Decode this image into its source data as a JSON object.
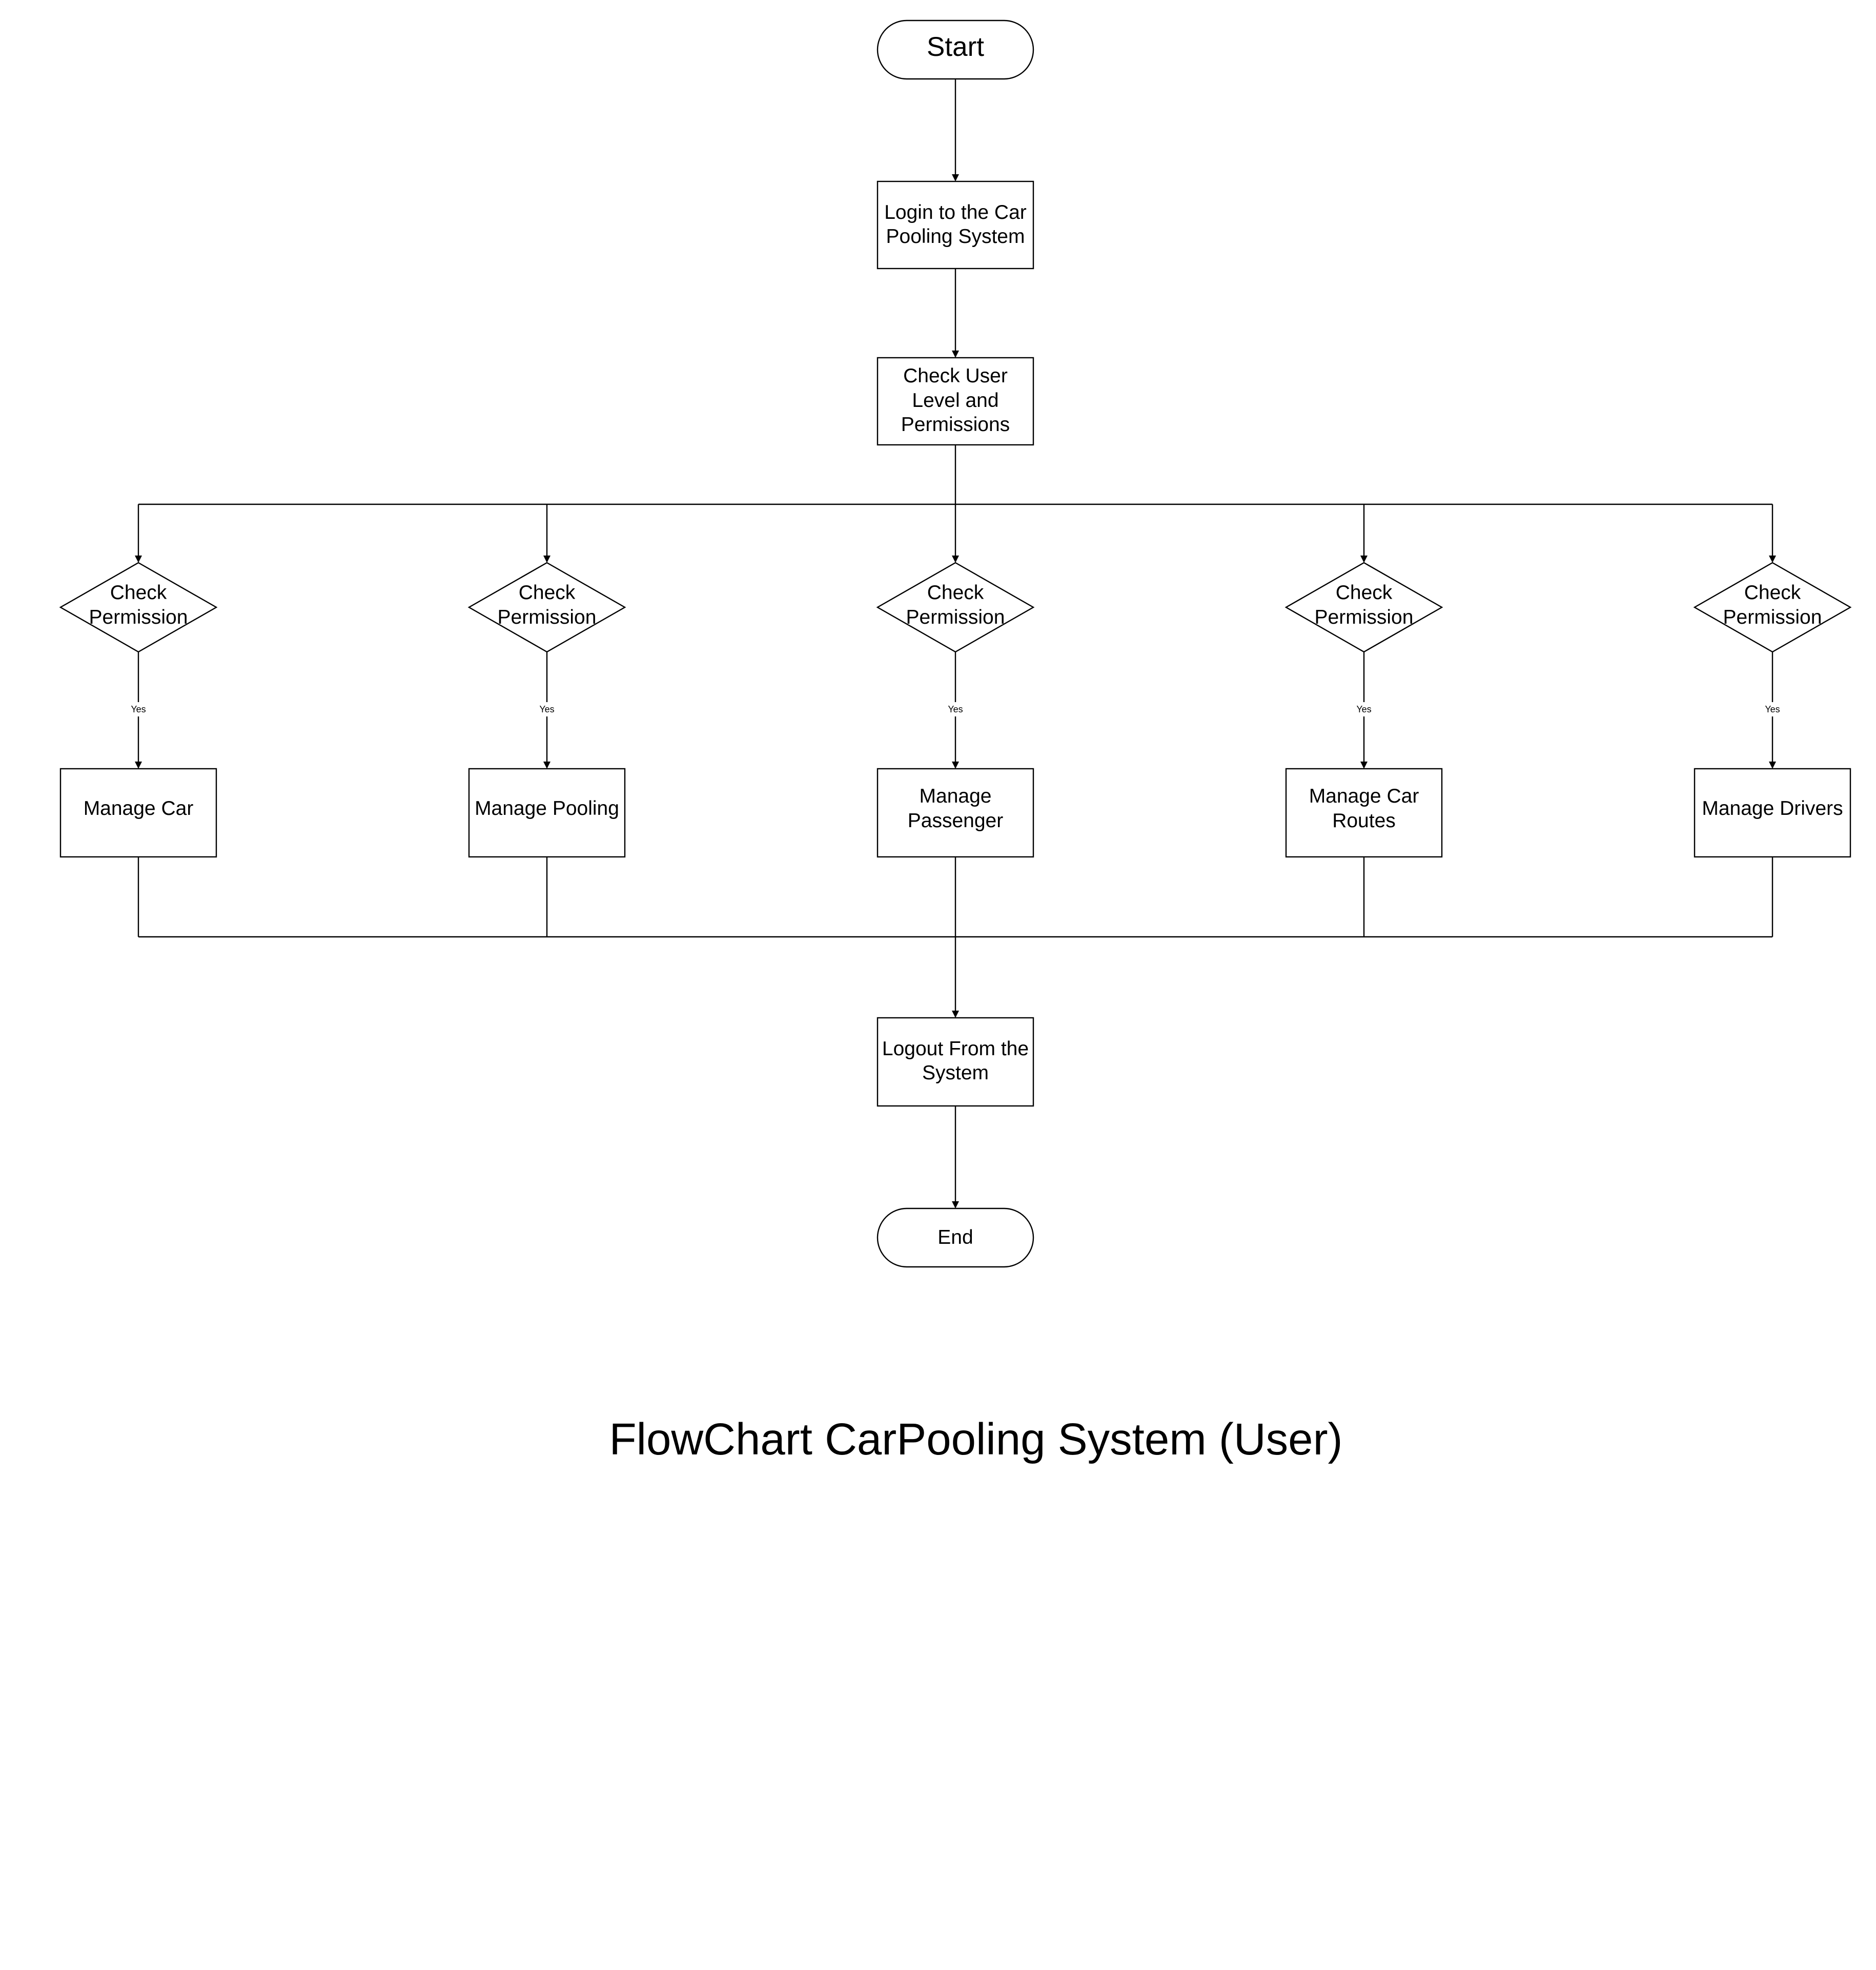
{
  "title": "FlowChart CarPooling System (User)",
  "colors": {
    "stroke": "#000000",
    "fill": "#ffffff",
    "text": "#000000"
  },
  "nodes": {
    "start": {
      "label": "Start",
      "shape": "terminator"
    },
    "login": {
      "label_lines": [
        "Login to the Car",
        "Pooling System"
      ],
      "shape": "process"
    },
    "check_level": {
      "label_lines": [
        "Check User",
        "Level and",
        "Permissions"
      ],
      "shape": "process"
    },
    "branches": [
      {
        "decision_lines": [
          "Check",
          "Permission"
        ],
        "edge_label": "Yes",
        "action_lines": [
          "Manage Car"
        ]
      },
      {
        "decision_lines": [
          "Check",
          "Permission"
        ],
        "edge_label": "Yes",
        "action_lines": [
          "Manage Pooling"
        ]
      },
      {
        "decision_lines": [
          "Check",
          "Permission"
        ],
        "edge_label": "Yes",
        "action_lines": [
          "Manage",
          "Passenger"
        ]
      },
      {
        "decision_lines": [
          "Check",
          "Permission"
        ],
        "edge_label": "Yes",
        "action_lines": [
          "Manage Car",
          "Routes"
        ]
      },
      {
        "decision_lines": [
          "Check",
          "Permission"
        ],
        "edge_label": "Yes",
        "action_lines": [
          "Manage Drivers"
        ]
      }
    ],
    "logout": {
      "label_lines": [
        "Logout From the",
        "System"
      ],
      "shape": "process"
    },
    "end": {
      "label": "End",
      "shape": "terminator"
    }
  }
}
